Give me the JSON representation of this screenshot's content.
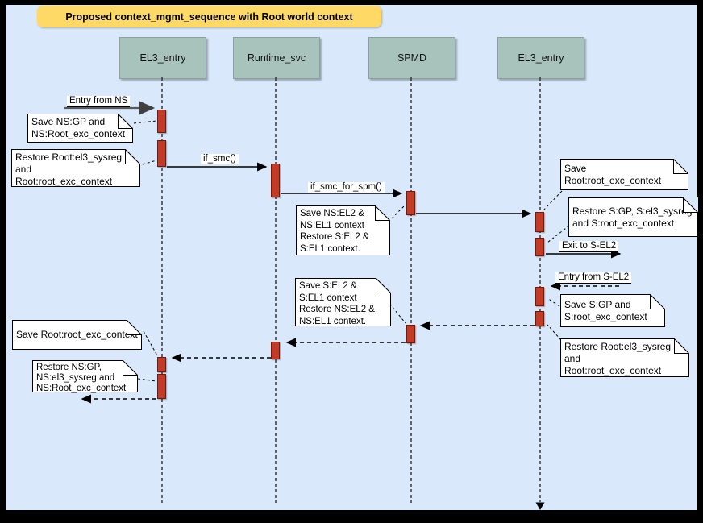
{
  "diagram": {
    "title": "Proposed context_mgmt_sequence with Root world context",
    "actors": [
      {
        "name": "EL3_entry"
      },
      {
        "name": "Runtime_svc"
      },
      {
        "name": "SPMD"
      },
      {
        "name": "EL3_entry"
      }
    ],
    "messages": [
      {
        "id": "entry-from-ns",
        "label": "Entry from NS",
        "line": "solid",
        "to": "EL3_entry"
      },
      {
        "id": "if-smc",
        "label": "if_smc()",
        "line": "solid",
        "from": "EL3_entry",
        "to": "Runtime_svc"
      },
      {
        "id": "if-smc-for-spm",
        "label": "if_smc_for_spm()",
        "line": "solid",
        "from": "Runtime_svc",
        "to": "SPMD"
      },
      {
        "id": "spmd-to-el3",
        "label": "",
        "line": "solid",
        "from": "SPMD",
        "to": "EL3_entry"
      },
      {
        "id": "exit-to-s-el2",
        "label": "Exit to S-EL2",
        "line": "solid",
        "from": "EL3_entry"
      },
      {
        "id": "entry-from-s-el2",
        "label": "Entry from S-EL2",
        "line": "dashed",
        "to": "EL3_entry"
      },
      {
        "id": "el3-return-to-spmd",
        "label": "",
        "line": "dashed",
        "from": "EL3_entry",
        "to": "SPMD"
      },
      {
        "id": "spmd-return-to-runtime",
        "label": "",
        "line": "dashed",
        "from": "SPMD",
        "to": "Runtime_svc"
      },
      {
        "id": "runtime-return-to-el3",
        "label": "",
        "line": "dashed",
        "from": "Runtime_svc",
        "to": "EL3_entry"
      },
      {
        "id": "el3-return-exit",
        "label": "",
        "line": "dashed",
        "from": "EL3_entry"
      }
    ],
    "notes": [
      {
        "id": "save-ns-gp",
        "text": "Save NS:GP and\nNS:Root_exc_context"
      },
      {
        "id": "restore-root-el3-sysreg",
        "text": "Restore Root:el3_sysreg\nand\nRoot:root_exc_context"
      },
      {
        "id": "save-ns-el2",
        "text": "Save NS:EL2 &\nNS:EL1 context\nRestore S:EL2 &\nS:EL1 context."
      },
      {
        "id": "save-root-exc-right",
        "text": "Save Root:root_exc_context"
      },
      {
        "id": "restore-s-gp",
        "text": "Restore S:GP, S:el3_sysreg\nand S:root_exc_context"
      },
      {
        "id": "save-s-gp",
        "text": "Save S:GP and\nS:root_exc_context"
      },
      {
        "id": "restore-root-el3-sysreg-right",
        "text": "Restore Root:el3_sysreg\nand\nRoot:root_exc_context"
      },
      {
        "id": "save-s-el2",
        "text": "Save S:EL2 &\nS:EL1 context\nRestore NS:EL2 &\nNS:EL1 context."
      },
      {
        "id": "save-root-exc-left",
        "text": "Save Root:root_exc_context"
      },
      {
        "id": "restore-ns-gp",
        "text": "Restore NS:GP,\nNS:el3_sysreg and\nNS:Root_exc_context"
      }
    ],
    "colors": {
      "background": "#dae8fc",
      "frame": "#000000",
      "title_bg": "#ffd966",
      "actor_bg": "#a8c3bc",
      "activation": "#c13b27",
      "note_bg": "#ffffff"
    }
  }
}
